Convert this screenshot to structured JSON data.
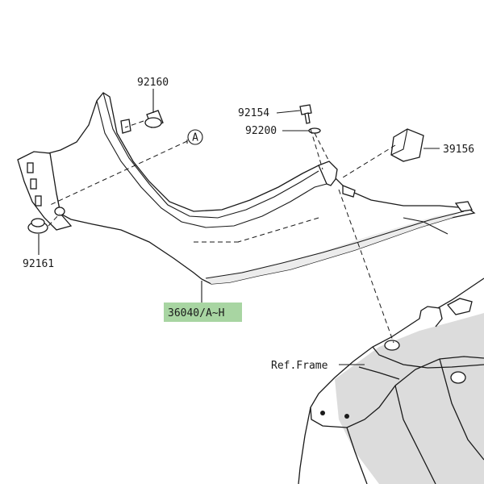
{
  "callouts": {
    "p92160": "92160",
    "p92154": "92154",
    "p92200": "92200",
    "p39156": "39156",
    "p92161": "92161",
    "p36040": "36040/A~H",
    "ref_frame": "Ref.Frame",
    "ref_a": "A"
  },
  "colors": {
    "highlight": "#a8d5a2",
    "part_fill": "#ffffff",
    "part_shadow": "#e9e9e9",
    "frame_shadow": "#d9d9d9",
    "ink": "#1a1a1a"
  }
}
